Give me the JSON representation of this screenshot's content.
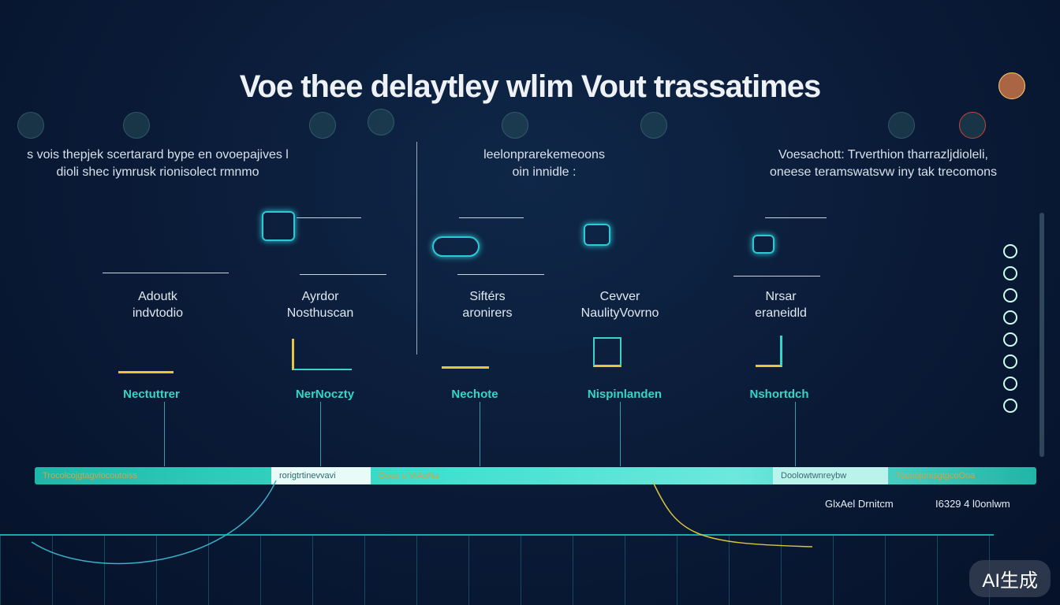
{
  "header": {
    "title": "Voe thee delaytley wlim Vout trassatimes"
  },
  "intro": [
    {
      "line1": "s vois thepjek scertarard bype en ovoepajives l",
      "line2": "dioli shec iymrusk rionisolect rmnmo"
    },
    {
      "line1": "leelonprarekemeoons",
      "line2": "oin innidle :"
    },
    {
      "line1": "Voesachott: Trverthion tharrazljdioleli,",
      "line2": "oneese teramswatsvw iny tak trecomons"
    }
  ],
  "nodes": [
    {
      "label1": "Adoutk",
      "label2": "indvtodio",
      "teal": "Nectuttrer"
    },
    {
      "label1": "Ayrdor",
      "label2": "Nosthuscan",
      "teal": "NerNoczty"
    },
    {
      "label1": "Siftérs",
      "label2": "aronirers",
      "teal": "Nechote"
    },
    {
      "label1": "Cevver",
      "label2": "NaulityVovrno",
      "teal": "Nispinlanden"
    },
    {
      "label1": "Nrsar",
      "label2": "eraneidld",
      "teal": "Nshortdch"
    }
  ],
  "timeline": {
    "segments": [
      "Trocolcojgtagvlocoutoiss",
      "rorigtrtinevvavi",
      "Goos u VrAoNa",
      "Doolowtwnreybw",
      "ToonojonisgtgcoOoa"
    ]
  },
  "footer": {
    "label_left": "GlxAel Drnitcm",
    "label_right": "I6329 4 l0onlwm"
  },
  "watermark": "AI生成",
  "colors": {
    "accent": "#33d6c8",
    "background": "#0a1a36"
  }
}
